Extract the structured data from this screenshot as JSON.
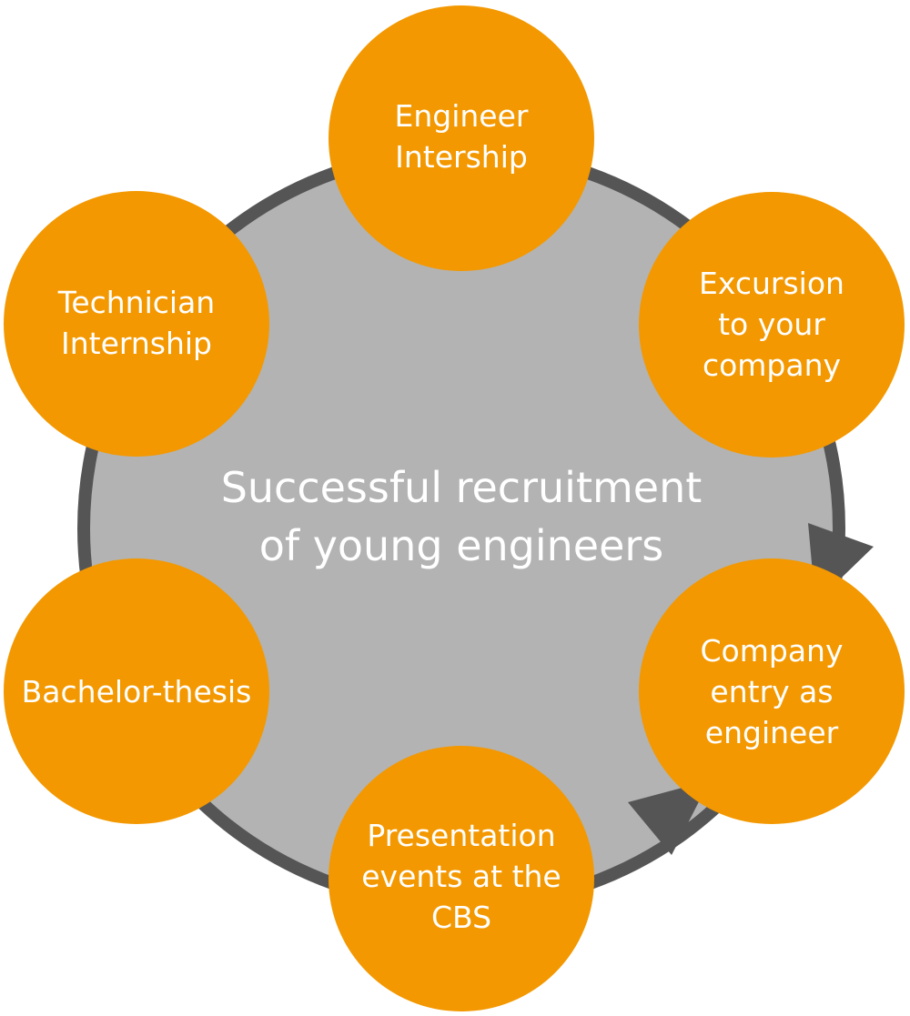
{
  "colors": {
    "bubble_fill": "#f39800",
    "hub_fill": "#b3b3b3",
    "ring_stroke": "#555555",
    "arrow_fill": "#555555",
    "text": "#ffffff"
  },
  "center": {
    "line1": "Successful recruitment",
    "line2": "of young engineers"
  },
  "nodes": [
    {
      "id": "engineer-internship",
      "lines": [
        "Engineer",
        "Intership"
      ]
    },
    {
      "id": "excursion",
      "lines": [
        "Excursion",
        "to your",
        "company"
      ]
    },
    {
      "id": "company-entry",
      "lines": [
        "Company",
        "entry as",
        "engineer"
      ]
    },
    {
      "id": "presentation-events",
      "lines": [
        "Presentation",
        "events at the",
        "CBS"
      ]
    },
    {
      "id": "bachelor-thesis",
      "lines": [
        "Bachelor-thesis"
      ]
    },
    {
      "id": "technician-internship",
      "lines": [
        "Technician",
        "Internship"
      ]
    }
  ]
}
